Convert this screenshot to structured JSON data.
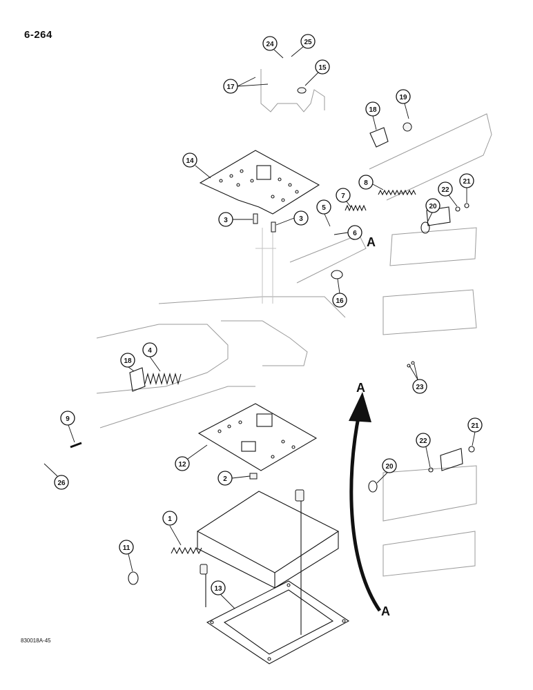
{
  "page_number": "6-264",
  "figure_id": "830018A-45",
  "view_marker": "A",
  "callouts": [
    "1",
    "2",
    "3",
    "3",
    "4",
    "5",
    "6",
    "7",
    "8",
    "9",
    "11",
    "12",
    "13",
    "14",
    "15",
    "16",
    "17",
    "18",
    "18",
    "19",
    "20",
    "20",
    "21",
    "21",
    "22",
    "22",
    "23",
    "24",
    "25",
    "26"
  ]
}
